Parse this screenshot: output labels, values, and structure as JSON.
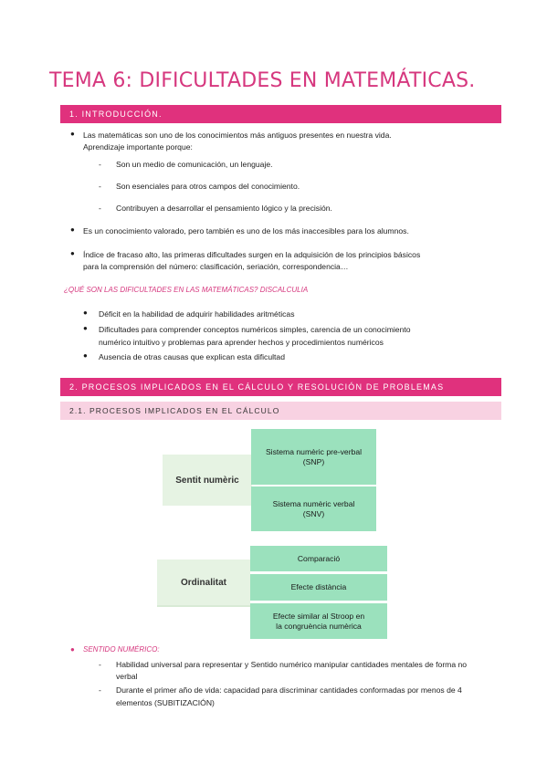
{
  "title": "TEMA 6: DIFICULTADES EN MATEMÁTICAS.",
  "section1": {
    "heading": "1.   INTRODUCCIÓN.",
    "b1_line1": "Las matemáticas son uno de los conocimientos más antiguos presentes en nuestra vida.",
    "b1_line2": "Aprendizaje importante porque:",
    "sub1": "Son un medio de comunicación, un lenguaje.",
    "sub2": "Son esenciales para otros campos del conocimiento.",
    "sub3": "Contribuyen a desarrollar el pensamiento lógico y la precisión.",
    "b2": "Es un conocimiento valorado, pero también es uno de los más inaccesibles para los alumnos.",
    "b3_line1": "Índice de fracaso alto, las primeras dificultades surgen en la adquisición de los principios básicos",
    "b3_line2": "para la comprensión del número: clasificación, seriación, correspondencia…",
    "question": "¿QUÉ SON LAS DIFICULTADES EN LAS MATEMÁTICAS? DISCALCULIA",
    "q1": "Déficit en la habilidad de adquirir habilidades aritméticas",
    "q2_line1": "Dificultades para comprender conceptos numéricos simples, carencia de un conocimiento",
    "q2_line2": "numérico intuitivo y problemas para aprender hechos y procedimientos numéricos",
    "q3": "Ausencia de otras causas que explican esta dificultad"
  },
  "section2": {
    "heading": "2.   PROCESOS IMPLICADOS EN EL CÁLCULO Y RESOLUCIÓN DE PROBLEMAS",
    "subheading": "2.1. PROCESOS IMPLICADOS EN EL CÁLCULO"
  },
  "diagram": {
    "sentit": "Sentit numèric",
    "snp_line1": "Sistema numèric pre-verbal",
    "snp_line2": "(SNP)",
    "snv_line1": "Sistema numèric verbal",
    "snv_line2": "(SNV)",
    "ordinalitat": "Ordinalitat",
    "comparacio": "Comparació",
    "efecte_distancia": "Efecte distància",
    "stroop_line1": "Efecte similar al Stroop en",
    "stroop_line2": "la congruència numèrica"
  },
  "sentido": {
    "heading": "SENTIDO NUMÉRICO:",
    "i1_line1": "Habilidad universal para representar y Sentido numérico manipular cantidades mentales de forma no",
    "i1_line2": "verbal",
    "i2_line1": "Durante el primer año de vida: capacidad para discriminar cantidades conformadas por menos de 4",
    "i2_line2": "elementos (SUBITIZACIÓN)"
  },
  "colors": {
    "accent": "#e0317d",
    "subbar": "#f8d2e2",
    "node": "#9be1bd",
    "parent": "#e6f3e3"
  }
}
